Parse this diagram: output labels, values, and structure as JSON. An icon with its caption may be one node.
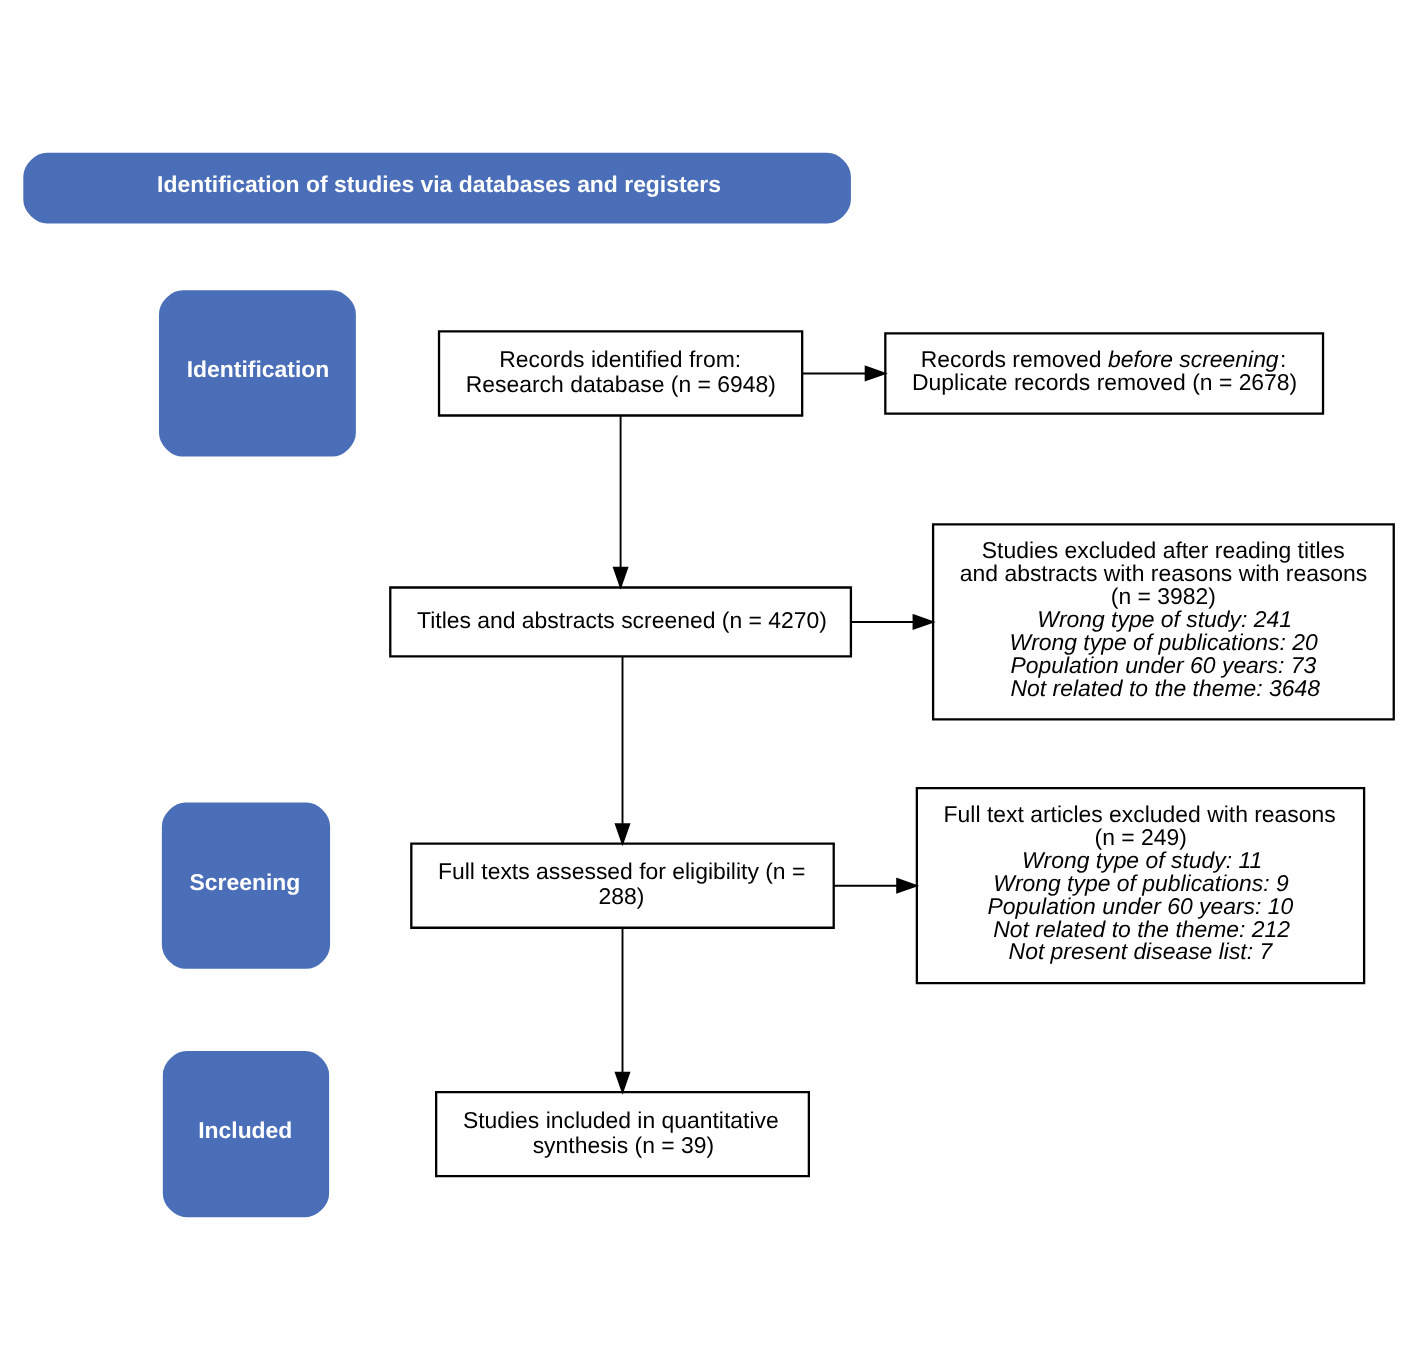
{
  "diagram": {
    "nodes": [
      {
        "text": [
          "Identification of studies via databases and registers"
        ]
      },
      {
        "text": [
          "Identification"
        ]
      },
      {
        "text": [
          "Screening"
        ]
      },
      {
        "text": [
          "Included"
        ]
      },
      {
        "text": [
          "Records identified from:",
          "Research database (n = 6948)"
        ]
      },
      {
        "text": [
          "Records removed *before screening*:",
          "Duplicate records removed (n = 2678)"
        ]
      },
      {
        "text": [
          "Titles and abstracts screened (n = 4270)"
        ]
      },
      {
        "text": [
          "Studies excluded after reading titles and abstracts with reasons with reasons (n = 3982)",
          "*Wrong type of study: 241*",
          "*Wrong type of publications: 20*",
          "*Population under 60 years: 73*",
          "*Not related to the theme: 3648*"
        ]
      },
      {
        "text": [
          "Full texts assessed for eligibility (n = 288)"
        ]
      },
      {
        "text": [
          "Full text articles excluded with reasons (n = 249)",
          "*Wrong type of study: 11*",
          "*Wrong type of publications: 9*",
          "*Population under 60 years: 10*",
          "*Not related to the theme: 212*",
          "*Not present disease list: 7*"
        ]
      },
      {
        "text": [
          "Studies included in quantitative synthesis (n = 39)"
        ]
      }
    ],
    "edges": [
      {
        "from": 4,
        "to": 5,
        "arrow": "to"
      },
      {
        "from": 4,
        "to": 6,
        "arrow": "to"
      },
      {
        "from": 6,
        "to": 7,
        "arrow": "to"
      },
      {
        "from": 6,
        "to": 8,
        "arrow": "to"
      },
      {
        "from": 8,
        "to": 9,
        "arrow": "to"
      },
      {
        "from": 8,
        "to": 10,
        "arrow": "to"
      }
    ]
  }
}
